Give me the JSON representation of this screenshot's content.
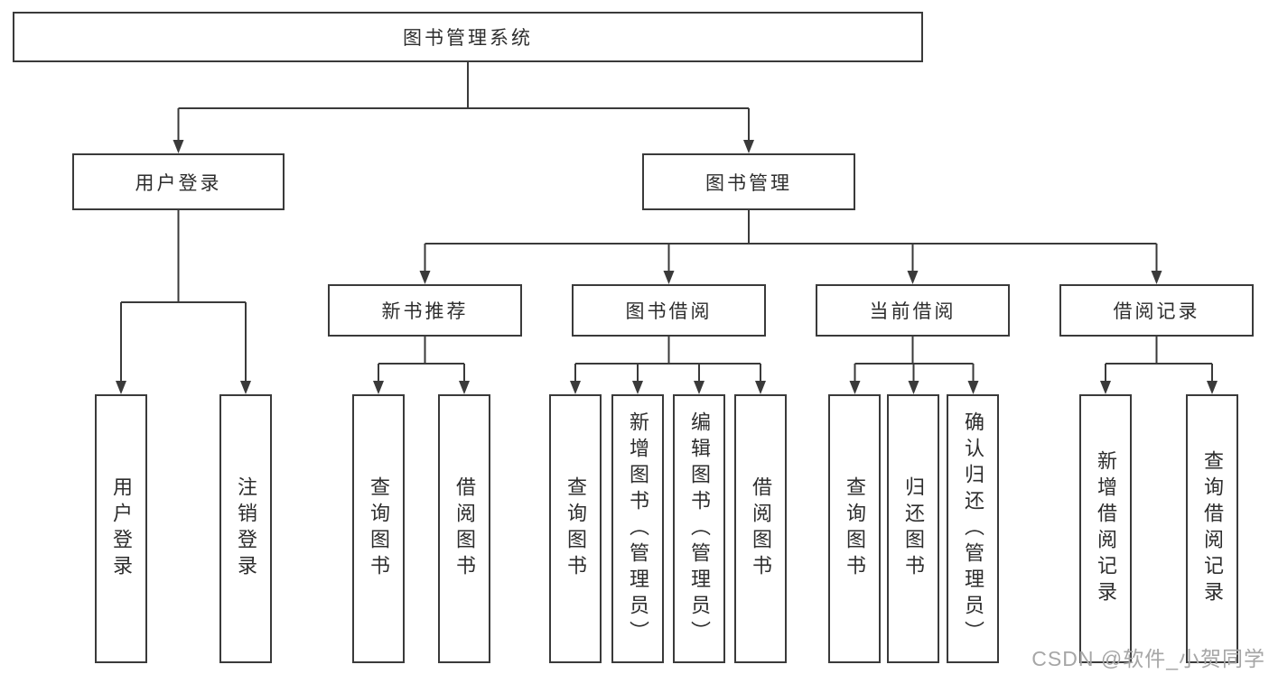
{
  "diagram": {
    "type": "tree",
    "palette": {
      "line": "#3a3a3a",
      "box_border": "#3a3a3a",
      "text": "#2d2d2d",
      "background": "#ffffff",
      "watermark": "#a6a6a6"
    },
    "tree": {
      "root": {
        "label": "图书管理系统",
        "children": [
          {
            "label": "用户登录",
            "children": [
              {
                "label": "用户登录"
              },
              {
                "label": "注销登录"
              }
            ]
          },
          {
            "label": "图书管理",
            "children": [
              {
                "label": "新书推荐",
                "children": [
                  {
                    "label": "查询图书"
                  },
                  {
                    "label": "借阅图书"
                  }
                ]
              },
              {
                "label": "图书借阅",
                "children": [
                  {
                    "label": "查询图书"
                  },
                  {
                    "label": "新增图书（管理员）"
                  },
                  {
                    "label": "编辑图书（管理员）"
                  },
                  {
                    "label": "借阅图书"
                  }
                ]
              },
              {
                "label": "当前借阅",
                "children": [
                  {
                    "label": "查询图书"
                  },
                  {
                    "label": "归还图书"
                  },
                  {
                    "label": "确认归还（管理员）"
                  }
                ]
              },
              {
                "label": "借阅记录",
                "children": [
                  {
                    "label": "新增借阅记录"
                  },
                  {
                    "label": "查询借阅记录"
                  }
                ]
              }
            ]
          }
        ]
      }
    },
    "watermark": {
      "text": "CSDN @软件_小贺同学"
    }
  }
}
